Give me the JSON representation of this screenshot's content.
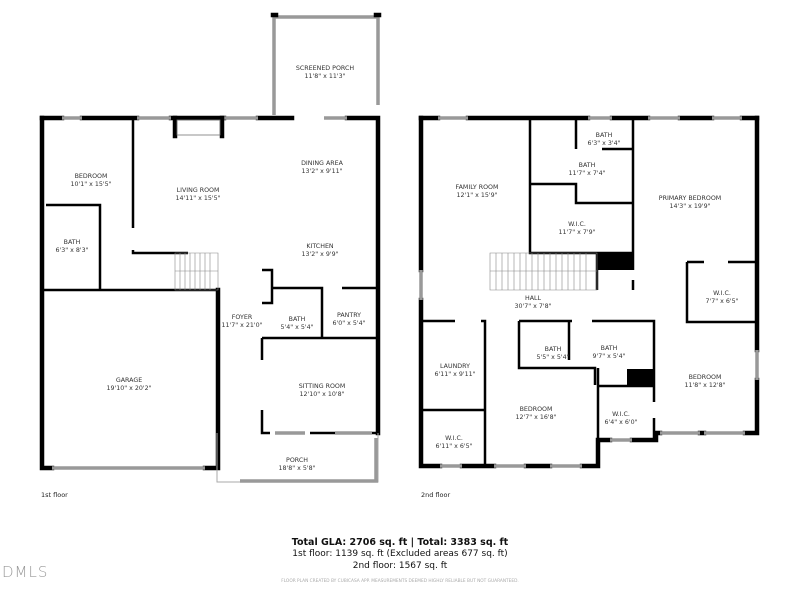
{
  "first_floor": {
    "label": "1st floor",
    "rooms": [
      {
        "name": "SCREENED PORCH",
        "dims": "11'8\" x 11'3\""
      },
      {
        "name": "DINING AREA",
        "dims": "13'2\" x 9'11\""
      },
      {
        "name": "BEDROOM",
        "dims": "10'1\" x 15'5\""
      },
      {
        "name": "LIVING ROOM",
        "dims": "14'11\" x 15'5\""
      },
      {
        "name": "BATH",
        "dims": "6'3\" x 8'3\""
      },
      {
        "name": "KITCHEN",
        "dims": "13'2\" x 9'9\""
      },
      {
        "name": "FOYER",
        "dims": "11'7\" x 21'0\""
      },
      {
        "name": "BATH",
        "dims": "5'4\" x 5'4\""
      },
      {
        "name": "PANTRY",
        "dims": "6'0\" x 5'4\""
      },
      {
        "name": "GARAGE",
        "dims": "19'10\" x 20'2\""
      },
      {
        "name": "SITTING ROOM",
        "dims": "12'10\" x 10'8\""
      },
      {
        "name": "PORCH",
        "dims": "18'8\" x 5'8\""
      }
    ]
  },
  "second_floor": {
    "label": "2nd floor",
    "rooms": [
      {
        "name": "FAMILY ROOM",
        "dims": "12'1\" x 15'9\""
      },
      {
        "name": "BATH",
        "dims": "6'3\" x 3'4\""
      },
      {
        "name": "BATH",
        "dims": "11'7\" x 7'4\""
      },
      {
        "name": "W.I.C.",
        "dims": "11'7\" x 7'9\""
      },
      {
        "name": "PRIMARY BEDROOM",
        "dims": "14'3\" x 19'9\""
      },
      {
        "name": "W.I.C.",
        "dims": "7'7\" x 6'5\""
      },
      {
        "name": "HALL",
        "dims": "30'7\" x 7'8\""
      },
      {
        "name": "LAUNDRY",
        "dims": "6'11\" x 9'11\""
      },
      {
        "name": "BATH",
        "dims": "5'5\" x 5'4\""
      },
      {
        "name": "BATH",
        "dims": "9'7\" x 5'4\""
      },
      {
        "name": "BEDROOM",
        "dims": "11'8\" x 12'8\""
      },
      {
        "name": "BEDROOM",
        "dims": "12'7\" x 16'8\""
      },
      {
        "name": "W.I.C.",
        "dims": "6'4\" x 6'0\""
      },
      {
        "name": "W.I.C.",
        "dims": "6'11\" x 6'5\""
      }
    ]
  },
  "summary": {
    "total": "Total GLA: 2706 sq. ft | Total: 3383 sq. ft",
    "first": "1st floor: 1139 sq. ft (Excluded areas 677 sq. ft)",
    "second": "2nd floor: 1567 sq. ft"
  },
  "disclaimer": "FLOOR PLAN CREATED BY CUBICASA APP. MEASUREMENTS DEEMED HIGHLY RELIABLE BUT NOT GUARANTEED.",
  "logo": "DMLS"
}
